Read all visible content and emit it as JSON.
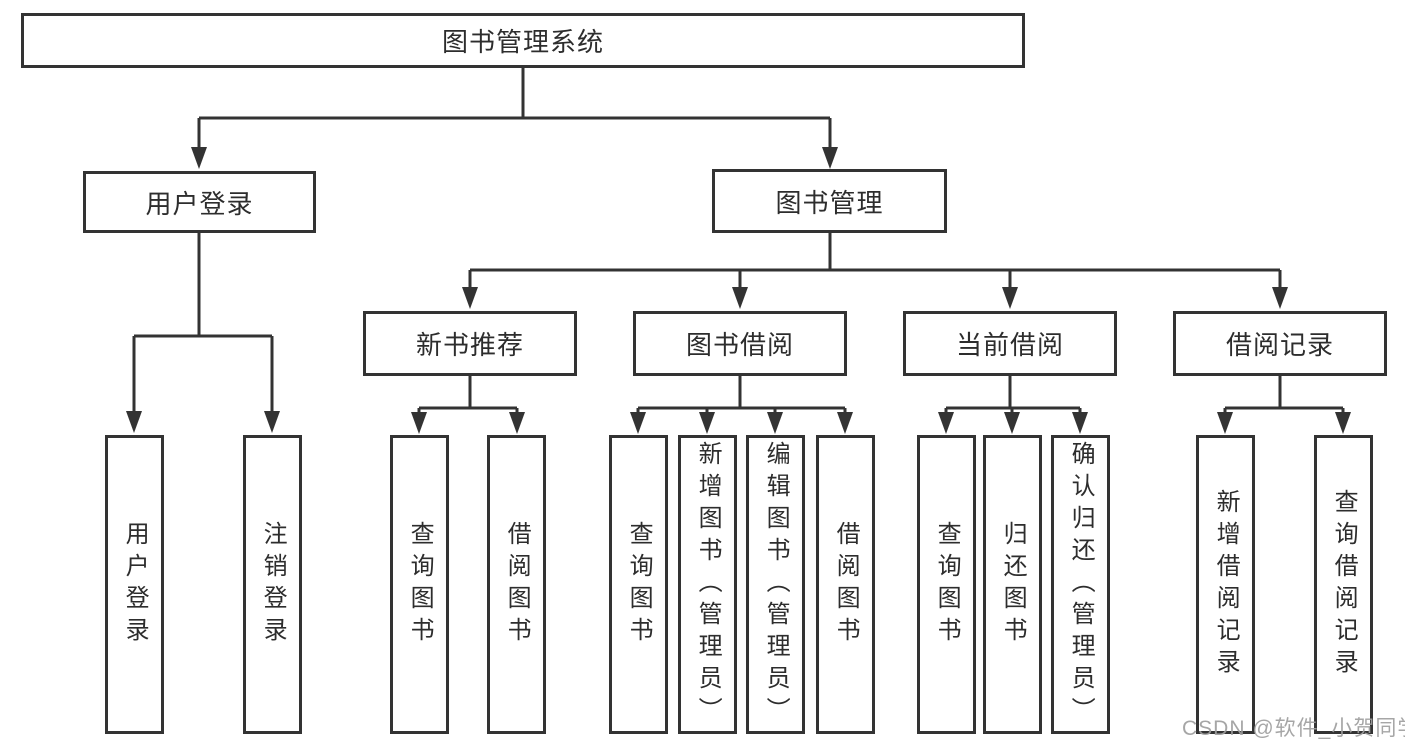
{
  "colors": {
    "background": "#ffffff",
    "line": "#333333",
    "box_border": "#333333",
    "text": "#2d2d2d",
    "watermark": "#9e9e9e"
  },
  "diagram": {
    "root": {
      "label": "图书管理系统"
    },
    "branches": [
      {
        "label": "用户登录",
        "children": [
          {
            "label": "用户登录"
          },
          {
            "label": "注销登录"
          }
        ]
      },
      {
        "label": "图书管理",
        "children": [
          {
            "label": "新书推荐",
            "children": [
              {
                "label": "查询图书"
              },
              {
                "label": "借阅图书"
              }
            ]
          },
          {
            "label": "图书借阅",
            "children": [
              {
                "label": "查询图书"
              },
              {
                "label": "新增图书（管理员）"
              },
              {
                "label": "编辑图书（管理员）"
              },
              {
                "label": "借阅图书"
              }
            ]
          },
          {
            "label": "当前借阅",
            "children": [
              {
                "label": "查询图书"
              },
              {
                "label": "归还图书"
              },
              {
                "label": "确认归还（管理员）"
              }
            ]
          },
          {
            "label": "借阅记录",
            "children": [
              {
                "label": "新增借阅记录"
              },
              {
                "label": "查询借阅记录"
              }
            ]
          }
        ]
      }
    ]
  },
  "watermark": {
    "text": "CSDN @软件_小贺同学"
  }
}
